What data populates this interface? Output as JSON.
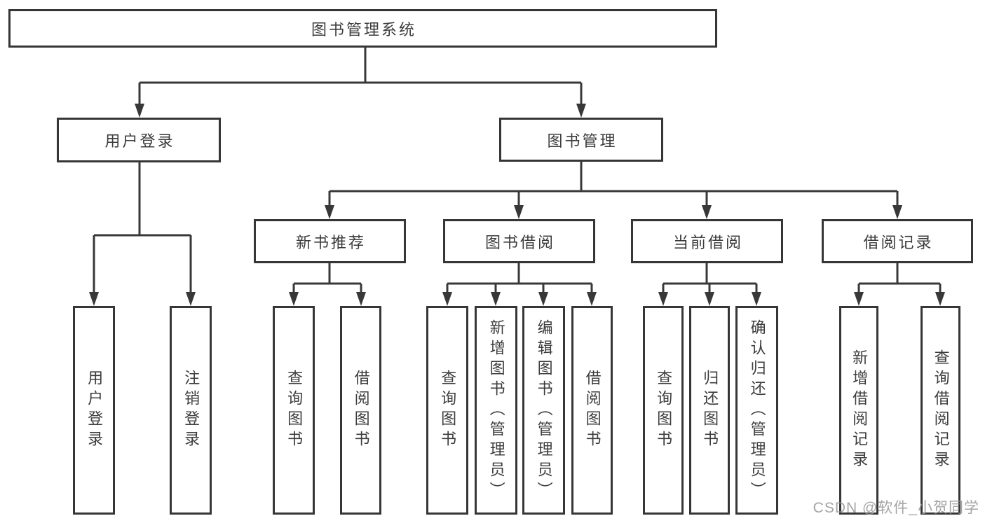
{
  "nodes": {
    "root": "图书管理系统",
    "user_login": "用户登录",
    "book_management": "图书管理",
    "new_book_recommend": "新书推荐",
    "book_borrow": "图书借阅",
    "current_borrow": "当前借阅",
    "borrow_record": "借阅记录",
    "leaf_user_login": "用户登录",
    "leaf_logout": "注销登录",
    "leaf_recommend_query_book": "查询图书",
    "leaf_recommend_borrow_book": "借阅图书",
    "leaf_borrow_query_book": "查询图书",
    "leaf_borrow_add_book": "新增图书（管理员）",
    "leaf_borrow_edit_book": "编辑图书（管理员）",
    "leaf_borrow_borrow_book": "借阅图书",
    "leaf_current_query_book": "查询图书",
    "leaf_current_return_book": "归还图书",
    "leaf_current_confirm_return": "确认归还（管理员）",
    "leaf_record_add": "新增借阅记录",
    "leaf_record_query": "查询借阅记录"
  },
  "watermark": {
    "text": "CSDN @软件_小贺同学"
  },
  "colors": {
    "line": "#383838",
    "box_border": "#363636",
    "text": "#3c3c3c",
    "watermark": "#9a9a9a",
    "background": "#ffffff"
  }
}
